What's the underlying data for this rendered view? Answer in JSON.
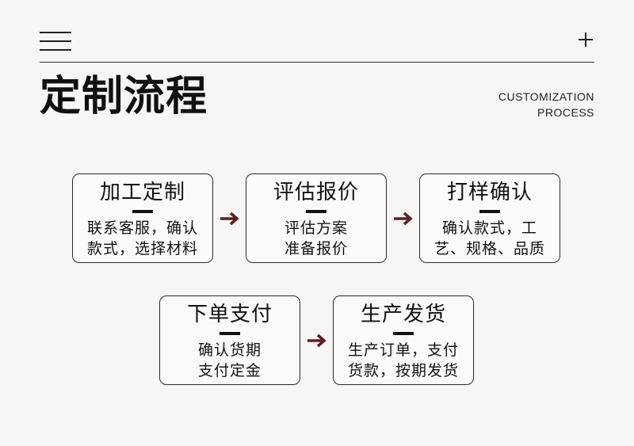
{
  "header": {
    "title": "定制流程",
    "subtitle_line1": "CUSTOMIZATION",
    "subtitle_line2": "PROCESS",
    "menu_icon": "hamburger-menu-icon",
    "plus_icon": "plus-icon"
  },
  "colors": {
    "background": "#f7f6f4",
    "text": "#111111",
    "arrow": "#5a1f24"
  },
  "steps": [
    {
      "title": "加工定制",
      "desc_line1": "联系客服，确认",
      "desc_line2": "款式，选择材料"
    },
    {
      "title": "评估报价",
      "desc_line1": "评估方案",
      "desc_line2": "准备报价"
    },
    {
      "title": "打样确认",
      "desc_line1": "确认款式，工",
      "desc_line2": "艺、规格、品质"
    },
    {
      "title": "下单支付",
      "desc_line1": "确认货期",
      "desc_line2": "支付定金"
    },
    {
      "title": "生产发货",
      "desc_line1": "生产订单，支付",
      "desc_line2": "货款，按期发货"
    }
  ]
}
